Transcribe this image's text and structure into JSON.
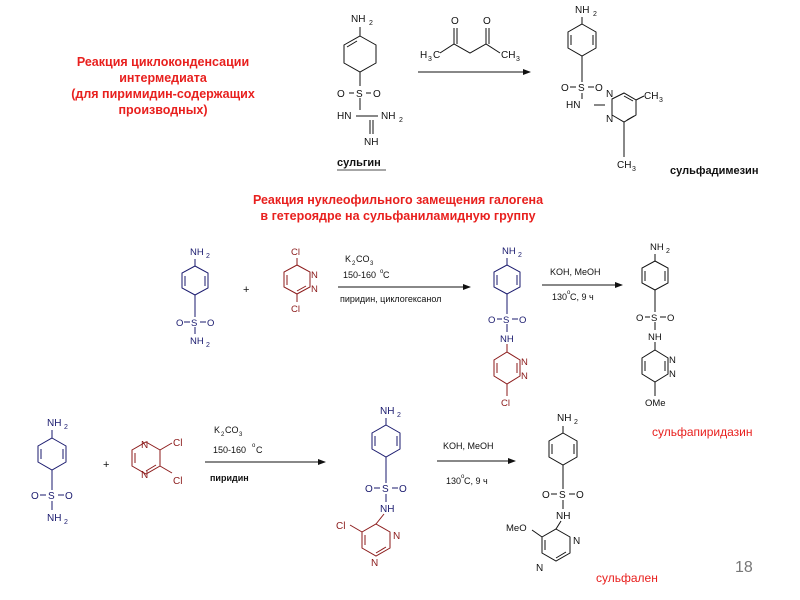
{
  "heading1": {
    "line1": "Реакция циклоконденсации",
    "line2": "интермедиата",
    "line3": "(для пиримидин-содержащих",
    "line4": "производных)"
  },
  "heading2": {
    "line1": "Реакция нуклеофильного замещения галогена",
    "line2": "в гетероядре на сульфаниламидную группу"
  },
  "names": {
    "sulgin": "сульгин",
    "sulfadimezin": "сульфадимезин",
    "sulfapiridazin": "сульфапиридазин",
    "sulfalen": "сульфален"
  },
  "page_number": "18",
  "atoms": {
    "nh2": "NH",
    "sub2": "2",
    "sub3": "3",
    "s": "S",
    "o": "O",
    "hn": "HN",
    "nh": "NH",
    "n": "N",
    "c": "C",
    "h": "H",
    "cl": "Cl",
    "ome": "OMe",
    "meo": "MeO",
    "ch": "CH"
  },
  "conditions": {
    "k2co3": "K",
    "k2co3_rest": "CO",
    "temp": "150-160",
    "deg": "o",
    "cel": " C",
    "pyridine_cyclohexanol": "пиридин, циклогексанол",
    "pyridine": "пиридин",
    "koh_meoh": "KOH, MeOH",
    "t130": "130",
    "t130_rest": " C, 9 ч",
    "plus": "+"
  },
  "colors": {
    "title": "#e8201e",
    "bond": "#111111",
    "heteroring": "#8b1a1a"
  }
}
